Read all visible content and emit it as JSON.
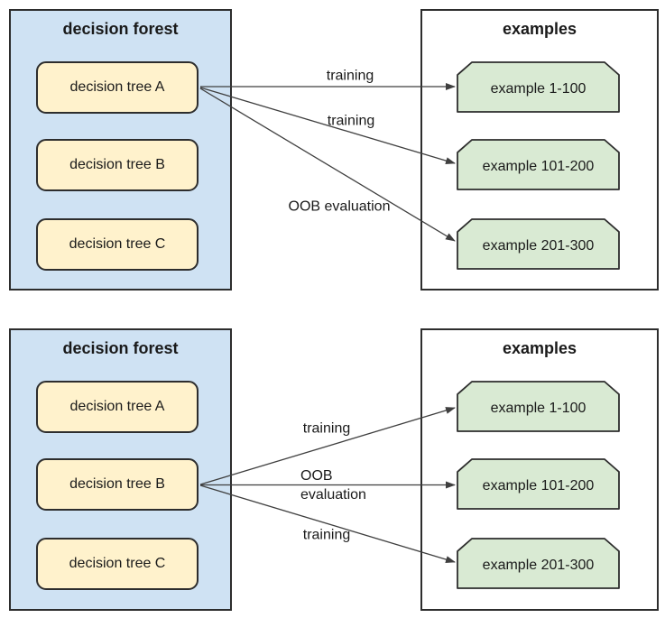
{
  "colors": {
    "forest_fill": "#cfe2f3",
    "tree_fill": "#fff2cc",
    "examples_fill": "#ffffff",
    "example_fill": "#d9ead3",
    "border": "#2d2d2d",
    "arrow": "#3f3f3f"
  },
  "diagrams": [
    {
      "forest": {
        "title": "decision forest",
        "trees": [
          "decision tree A",
          "decision tree B",
          "decision tree C"
        ]
      },
      "examples": {
        "title": "examples",
        "items": [
          "example 1-100",
          "example 101-200",
          "example 201-300"
        ]
      },
      "arrows": [
        {
          "from": "decision tree A",
          "to": "example 1-100",
          "label": "training"
        },
        {
          "from": "decision tree A",
          "to": "example 101-200",
          "label": "training"
        },
        {
          "from": "decision tree A",
          "to": "example 201-300",
          "label": "OOB evaluation"
        }
      ]
    },
    {
      "forest": {
        "title": "decision forest",
        "trees": [
          "decision tree A",
          "decision tree B",
          "decision tree C"
        ]
      },
      "examples": {
        "title": "examples",
        "items": [
          "example 1-100",
          "example 101-200",
          "example 201-300"
        ]
      },
      "arrows": [
        {
          "from": "decision tree B",
          "to": "example 1-100",
          "label": "training"
        },
        {
          "from": "decision tree B",
          "to": "example 101-200",
          "label": "OOB evaluation"
        },
        {
          "from": "decision tree B",
          "to": "example 201-300",
          "label": "training"
        }
      ]
    }
  ]
}
